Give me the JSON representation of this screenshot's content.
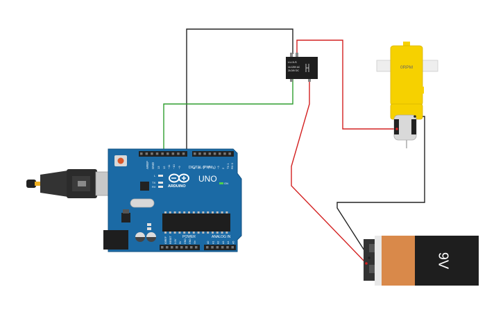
{
  "arduino": {
    "brand": "ARDUINO",
    "model": "UNO",
    "digital_label": "DIGITAL (PWM~)",
    "power_label": "POWER",
    "analog_label": "ANALOG IN",
    "on_label": "ON",
    "led_l": "L",
    "led_tx": "TX",
    "led_rx": "RX",
    "aref": "AREF",
    "gnd": "GND",
    "top_pins": [
      "13",
      "12",
      "~11",
      "~10",
      "~9",
      "8",
      "7",
      "~6",
      "~5",
      "4",
      "~3",
      "2",
      "TX 1",
      "RX 0"
    ],
    "power_pins": [
      "IOREF",
      "RESET",
      "3.3V",
      "5V",
      "GND",
      "GND",
      "Vin"
    ],
    "analog_pins": [
      "A0",
      "A1",
      "A2",
      "A3",
      "A4",
      "A5"
    ]
  },
  "relay": {
    "line1": "LU-5-S",
    "line2": "1A 125V AC",
    "line3": "2A 24V DC"
  },
  "motor": {
    "rpm": "0RPM"
  },
  "battery": {
    "label": "9V"
  },
  "colors": {
    "board": "#1b6aa5",
    "wire_black": "#222222",
    "wire_red": "#d32020",
    "wire_green": "#2e9e2e",
    "motor_yellow": "#f6d100",
    "battery_copper": "#d9894a",
    "battery_black": "#1e1e1e"
  }
}
